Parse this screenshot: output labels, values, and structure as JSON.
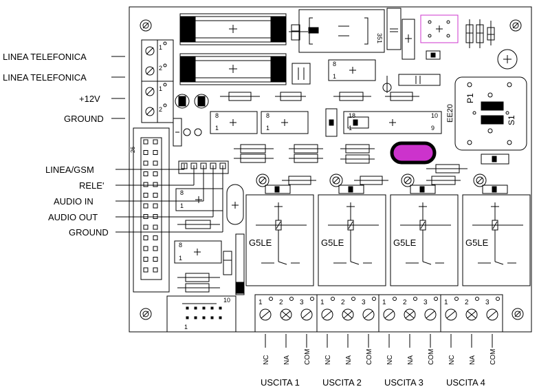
{
  "left_labels": [
    "LINEA TELEFONICA",
    "LINEA TELEFONICA",
    "+12V",
    "GROUND"
  ],
  "connector_labels": [
    "LINEA/GSM",
    "RELE'",
    "AUDIO IN",
    "AUDIO OUT",
    "GROUND"
  ],
  "relay_label": "G5LE",
  "terminal_pin_labels": [
    "1",
    "2",
    "3"
  ],
  "terminal_contact_labels": [
    "NC",
    "NA",
    "COM"
  ],
  "outputs": [
    "USCITA 1",
    "USCITA 2",
    "USCITA 3",
    "USCITA 4"
  ],
  "component_texts": {
    "eeprom": "EE20",
    "trimmer": "P1",
    "switch": "S1",
    "ic_351": "351",
    "pin_8": "8",
    "pin_1": "1",
    "pin_18": "18",
    "pin_10": "10",
    "pin_9": "9",
    "pin_26": "26",
    "header_10": "10",
    "header_1": "1",
    "terminal_1": "1",
    "terminal_2": "2"
  },
  "colors": {
    "ink": "#000000",
    "board": "#ffffff",
    "accent": "#cc33cc"
  }
}
